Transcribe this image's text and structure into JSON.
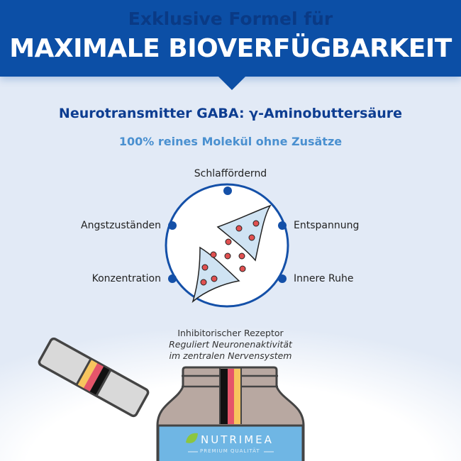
{
  "header": {
    "subtitle": "Exklusive Formel für",
    "title": "MAXIMALE BIOVERFÜGBARKEIT"
  },
  "heading": "Neurotransmitter GABA: γ-Aminobuttersäure",
  "subheading": "100% reines Molekül ohne Zusätze",
  "benefits": {
    "top": "Schlaffördernd",
    "left_top": "Angstzuständen",
    "left_bottom": "Konzentration",
    "right_top": "Entspannung",
    "right_bottom": "Innere Ruhe"
  },
  "caption": {
    "line1": "Inhibitorischer Rezeptor",
    "line2": "Reguliert Neuronenaktivität",
    "line3": "im zentralen Nervensystem"
  },
  "brand": {
    "name": "NUTRIMEA",
    "tagline": "PREMIUM QUALITÄT"
  },
  "colors": {
    "banner": "#0c4fa6",
    "accent": "#0d3d91",
    "dot": "#e05050",
    "label": "#6fb6e4",
    "jar": "#b8a8a1"
  }
}
